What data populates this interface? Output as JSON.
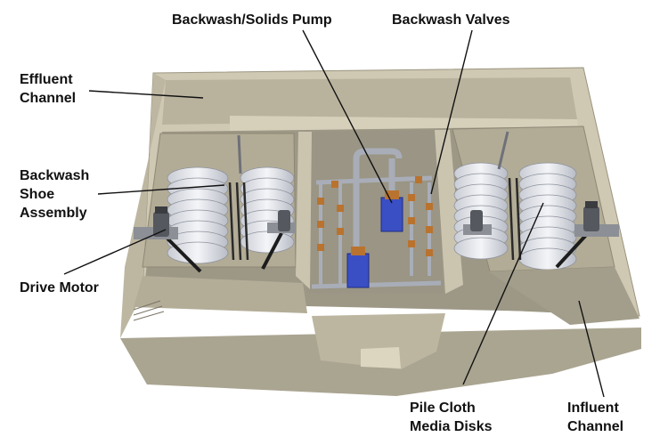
{
  "labels": {
    "backwash_pump": "Backwash/Solids Pump",
    "backwash_valves": "Backwash Valves",
    "effluent_channel": [
      "Effluent",
      "Channel"
    ],
    "backwash_shoe": [
      "Backwash",
      "Shoe",
      "Assembly"
    ],
    "drive_motor": "Drive Motor",
    "pile_cloth": [
      "Pile Cloth",
      "Media Disks"
    ],
    "influent_channel": [
      "Influent",
      "Channel"
    ]
  },
  "colors": {
    "concrete_top": "#cfc8b2",
    "concrete_side": "#a9a48f",
    "concrete_inner": "#b9b39e",
    "floor": "#8f8b7a",
    "disk": "#e8e9ee",
    "pipe": "#a8adb8",
    "pump": "#3a4fc4",
    "valve": "#b9732f",
    "leader": "#111111"
  }
}
